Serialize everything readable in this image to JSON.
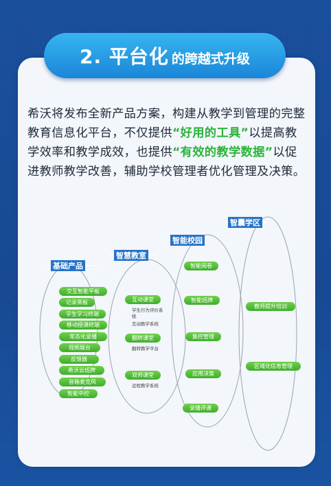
{
  "title": {
    "number": "2. 平台化",
    "suffix": "的跨越式升级"
  },
  "paragraph": {
    "p1": "希沃将发布全新产品方案，构建从教学到管理的完整教育信息化平台，不仅提供",
    "q1": "“好用的工具”",
    "p2": "以提高教学效率和教学成效，也提供",
    "q2": "“有效的教学数据”",
    "p3": "以促进教师教学改善，辅助学校管理者优化管理及决策。"
  },
  "columns": {
    "basic": {
      "title": "基础产品",
      "items": [
        "交互智能平板",
        "记录黑板",
        "学生学习终端",
        "移动授课终端",
        "常态化录播",
        "视频展台",
        "反馈器",
        "希沃云班牌",
        "音箱麦克风",
        "智能中控"
      ]
    },
    "classroom": {
      "title": "智慧教室",
      "items": [
        "互动课堂",
        "翻转课堂",
        "双师课堂"
      ],
      "subs": [
        "学生行为评价系统",
        "互动教学系统",
        "翻转教学平台",
        "远程教学系统"
      ]
    },
    "campus": {
      "title": "智能校园",
      "items": [
        "智能阅卷",
        "智能班牌",
        "集控管理",
        "应用决策",
        "录播评课"
      ]
    },
    "region": {
      "title": "智囊学区",
      "items": [
        "教师提升培训",
        "区域化信息管理"
      ]
    }
  },
  "colors": {
    "accent_green": "#2bb33a",
    "node_green": "#4cbb35",
    "pill_blue": "#2596e0",
    "background": "#1a4f9c"
  }
}
